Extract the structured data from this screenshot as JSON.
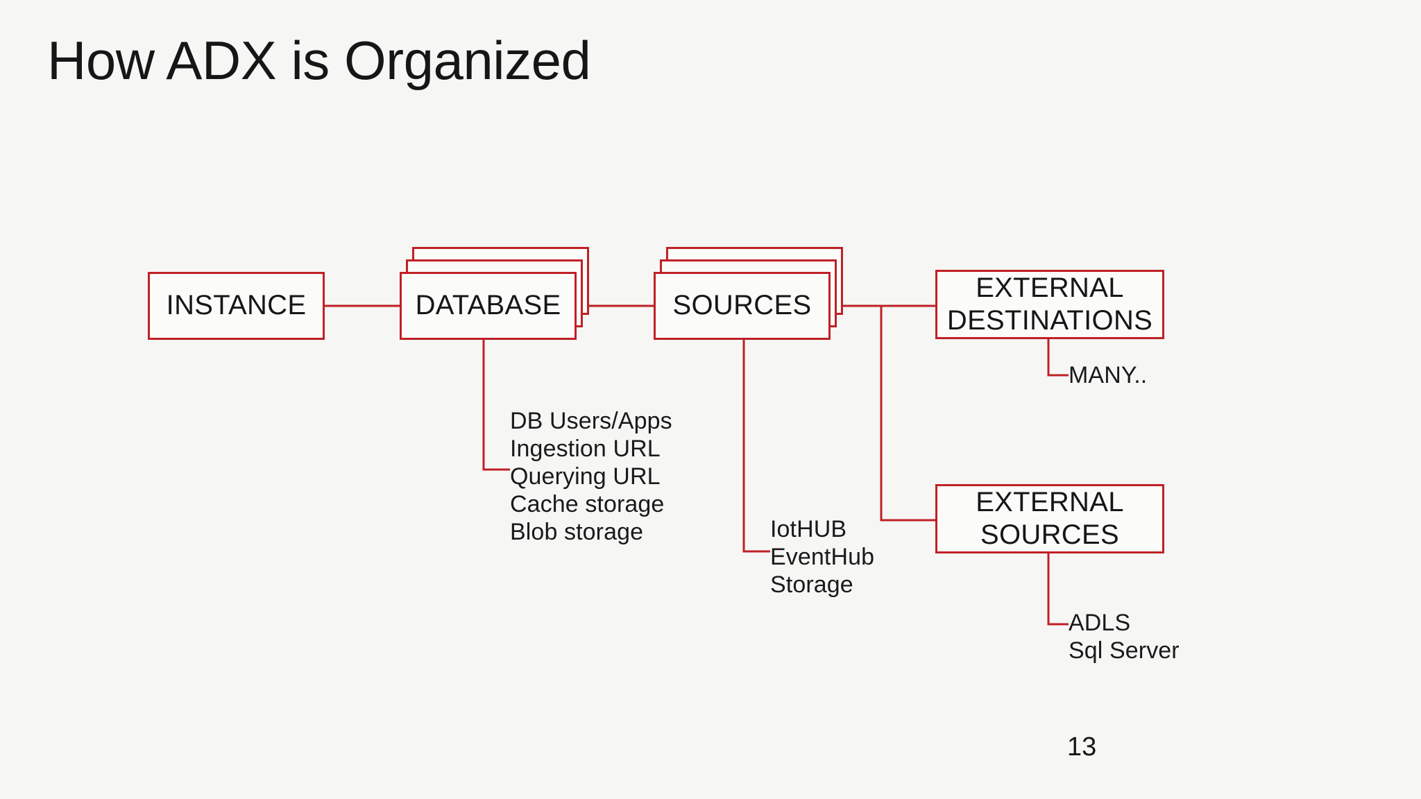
{
  "slide": {
    "title": "How ADX is Organized",
    "page_number": "13",
    "background_color": "#f6f6f5",
    "accent_color": "#bf2026",
    "text_color": "#161616"
  },
  "diagram": {
    "type": "flow-diagram",
    "nodes": [
      {
        "id": "instance",
        "label": "INSTANCE",
        "stacked": false
      },
      {
        "id": "database",
        "label": "DATABASE",
        "stacked": true
      },
      {
        "id": "sources",
        "label": "SOURCES",
        "stacked": true
      },
      {
        "id": "external-destinations",
        "label": "EXTERNAL\nDESTINATIONS",
        "stacked": false
      },
      {
        "id": "external-sources",
        "label": "EXTERNAL\nSOURCES",
        "stacked": false
      }
    ],
    "connections": [
      {
        "from": "instance",
        "to": "database"
      },
      {
        "from": "database",
        "to": "sources"
      },
      {
        "from": "sources",
        "to": "external-destinations"
      },
      {
        "from": "sources",
        "to": "external-sources"
      }
    ],
    "annotations": [
      {
        "id": "database-details",
        "attached_to": "database",
        "items": [
          "DB Users/Apps",
          "Ingestion URL",
          "Querying URL",
          "Cache storage",
          "Blob storage"
        ],
        "text": "DB Users/Apps\nIngestion URL\nQuerying URL\nCache storage\nBlob storage"
      },
      {
        "id": "sources-details",
        "attached_to": "sources",
        "items": [
          "IotHUB",
          "EventHub",
          "Storage"
        ],
        "text": "IotHUB\nEventHub\nStorage"
      },
      {
        "id": "external-destinations-details",
        "attached_to": "external-destinations",
        "items": [
          "MANY.."
        ],
        "text": "MANY.."
      },
      {
        "id": "external-sources-details",
        "attached_to": "external-sources",
        "items": [
          "ADLS",
          "Sql Server"
        ],
        "text": "ADLS\nSql Server"
      }
    ]
  }
}
